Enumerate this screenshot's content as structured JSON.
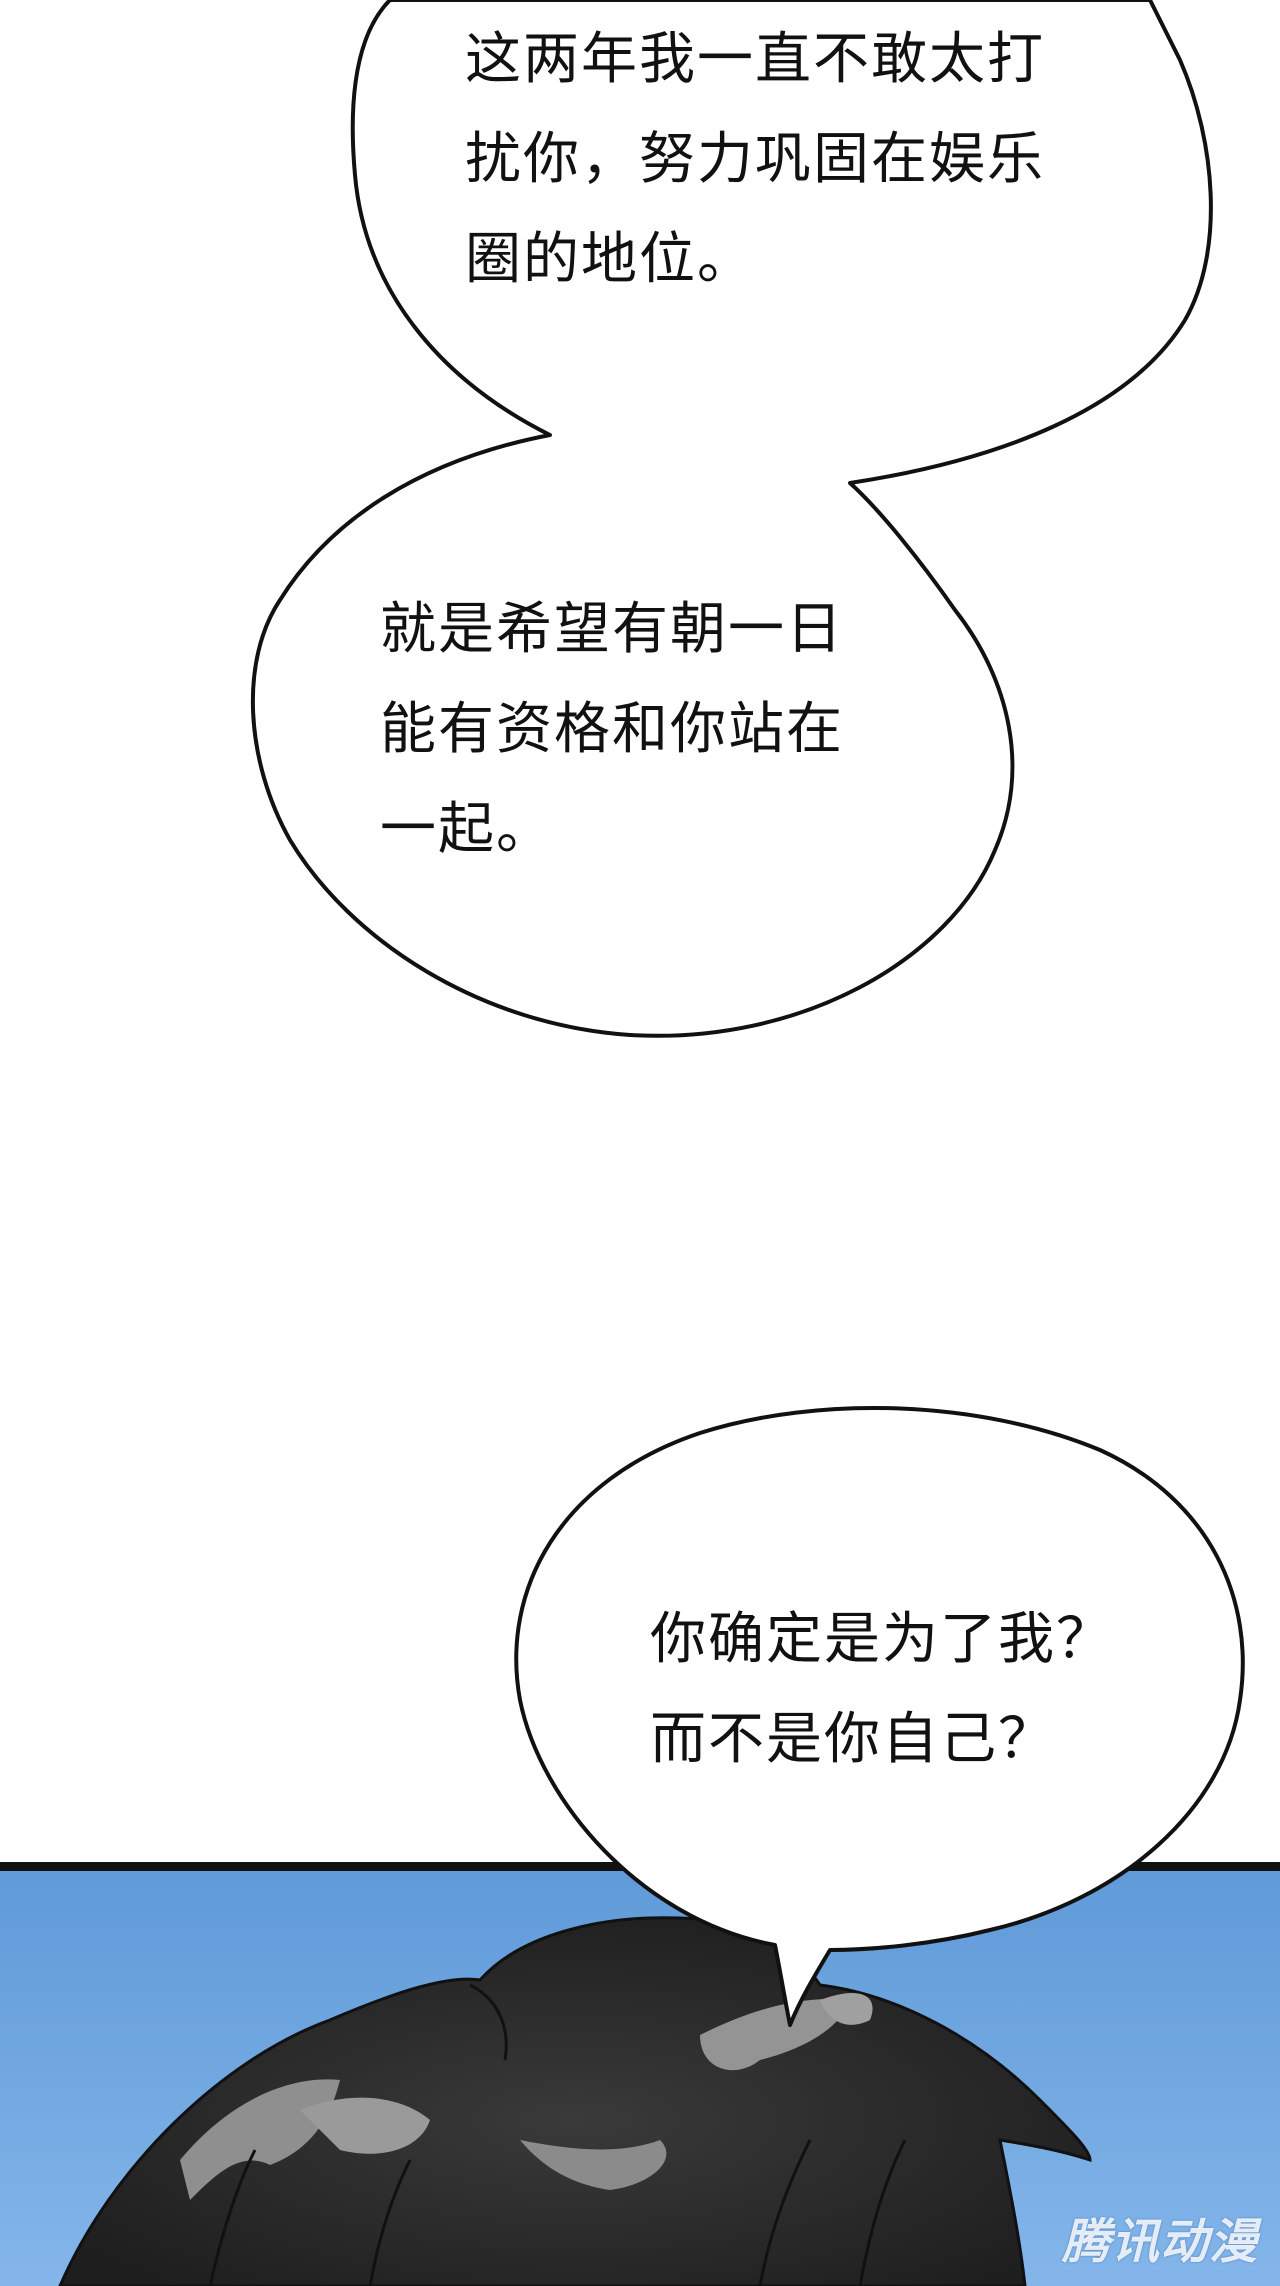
{
  "panels": {
    "top_background": "#ffffff",
    "sky_color": "#6aa3dd",
    "hair_color": "#2b2b2b"
  },
  "bubbles": [
    {
      "lines": [
        "这两年我一直不敢太打",
        "扰你，努力巩固在娱乐",
        "圈的地位。"
      ]
    },
    {
      "lines": [
        "就是希望有朝一日",
        "能有资格和你站在",
        "一起。"
      ]
    },
    {
      "lines": [
        "你确定是为了我？",
        "而不是你自己？"
      ]
    }
  ],
  "watermark": "腾讯动漫"
}
